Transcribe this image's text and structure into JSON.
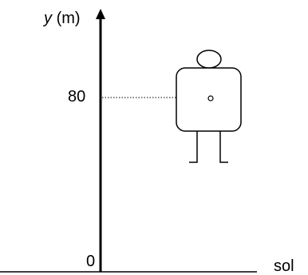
{
  "diagram": {
    "y_axis": {
      "variable": "y",
      "unit": "(m)",
      "ticks": [
        "80",
        "0"
      ]
    },
    "ground_label": "sol"
  }
}
